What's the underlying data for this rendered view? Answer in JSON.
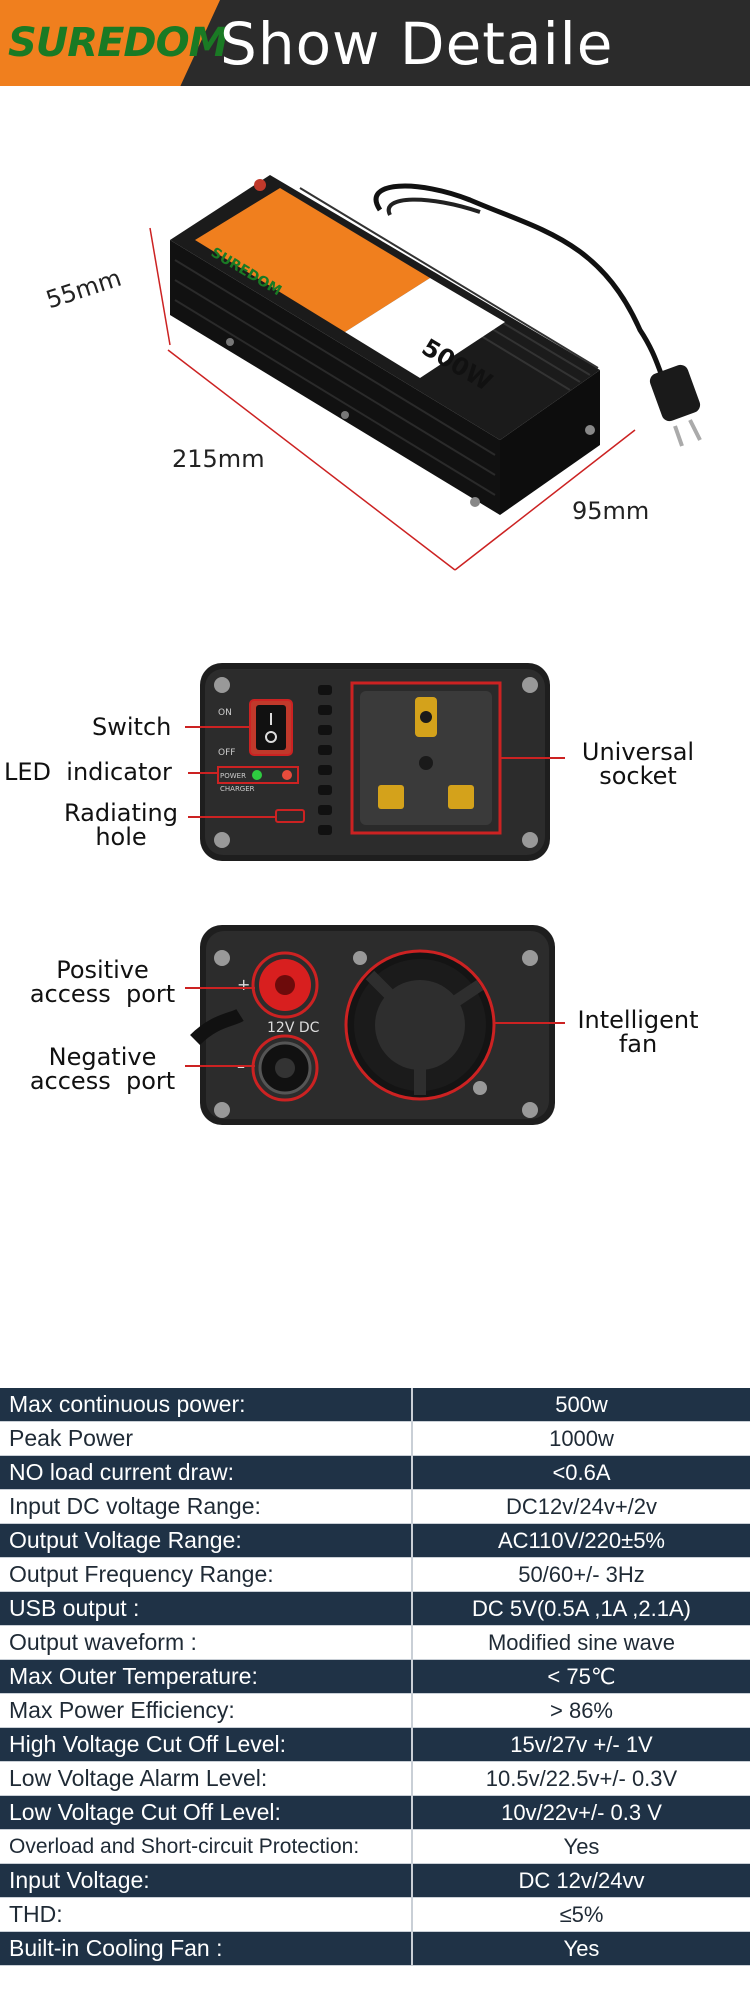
{
  "header": {
    "brand": "SUREDOM",
    "title": "Show Detaile"
  },
  "product": {
    "dimensions": {
      "height": "55mm",
      "length": "215mm",
      "width": "95mm"
    },
    "label_power": "500W"
  },
  "front_panel": {
    "labels": {
      "switch": "Switch",
      "led_indicator": "LED  indicator",
      "radiating_hole_1": "Radiating",
      "radiating_hole_2": "hole",
      "universal_socket_1": "Universal",
      "universal_socket_2": "socket"
    }
  },
  "rear_panel": {
    "labels": {
      "positive_1": "Positive",
      "positive_2": "access  port",
      "negative_1": "Negative",
      "negative_2": "access  port",
      "fan_1": "Intelligent",
      "fan_2": "fan"
    },
    "voltage_mark": "12V DC"
  },
  "colors": {
    "accent_orange": "#f07f1e",
    "brand_green": "#1a7a24",
    "table_dark": "#1f3246",
    "callout_red": "#cc2222"
  },
  "specs": [
    {
      "key": "Max continuous power:",
      "value": "500w",
      "dark": true
    },
    {
      "key": "Peak Power",
      "value": "1000w",
      "dark": false
    },
    {
      "key": "NO load current draw:",
      "value": "<0.6A",
      "dark": true
    },
    {
      "key": "Input DC voltage Range:",
      "value": "DC12v/24v+/2v",
      "dark": false
    },
    {
      "key": "Output Voltage Range:",
      "value": "AC110V/220±5%",
      "dark": true
    },
    {
      "key": "Output Frequency Range:",
      "value": "50/60+/- 3Hz",
      "dark": false
    },
    {
      "key": "USB output :",
      "value": "DC 5V(0.5A ,1A ,2.1A)",
      "dark": true
    },
    {
      "key": "Output waveform :",
      "value": "Modified sine wave",
      "dark": false
    },
    {
      "key": "Max Outer Temperature:",
      "value": "< 75℃",
      "dark": true
    },
    {
      "key": "Max Power Efficiency:",
      "value": "> 86%",
      "dark": false
    },
    {
      "key": "High Voltage Cut Off Level:",
      "value": "15v/27v +/- 1V",
      "dark": true
    },
    {
      "key": "Low Voltage Alarm Level:",
      "value": "10.5v/22.5v+/- 0.3V",
      "dark": false
    },
    {
      "key": "Low Voltage Cut Off Level:",
      "value": "10v/22v+/- 0.3 V",
      "dark": true
    },
    {
      "key": "Overload and Short-circuit Protection:",
      "value": "Yes",
      "dark": false,
      "small": true
    },
    {
      "key": "Input Voltage:",
      "value": "DC 12v/24vv",
      "dark": true
    },
    {
      "key": "THD:",
      "value": "≤5%",
      "dark": false
    },
    {
      "key": "Built-in Cooling Fan :",
      "value": "Yes",
      "dark": true
    }
  ]
}
